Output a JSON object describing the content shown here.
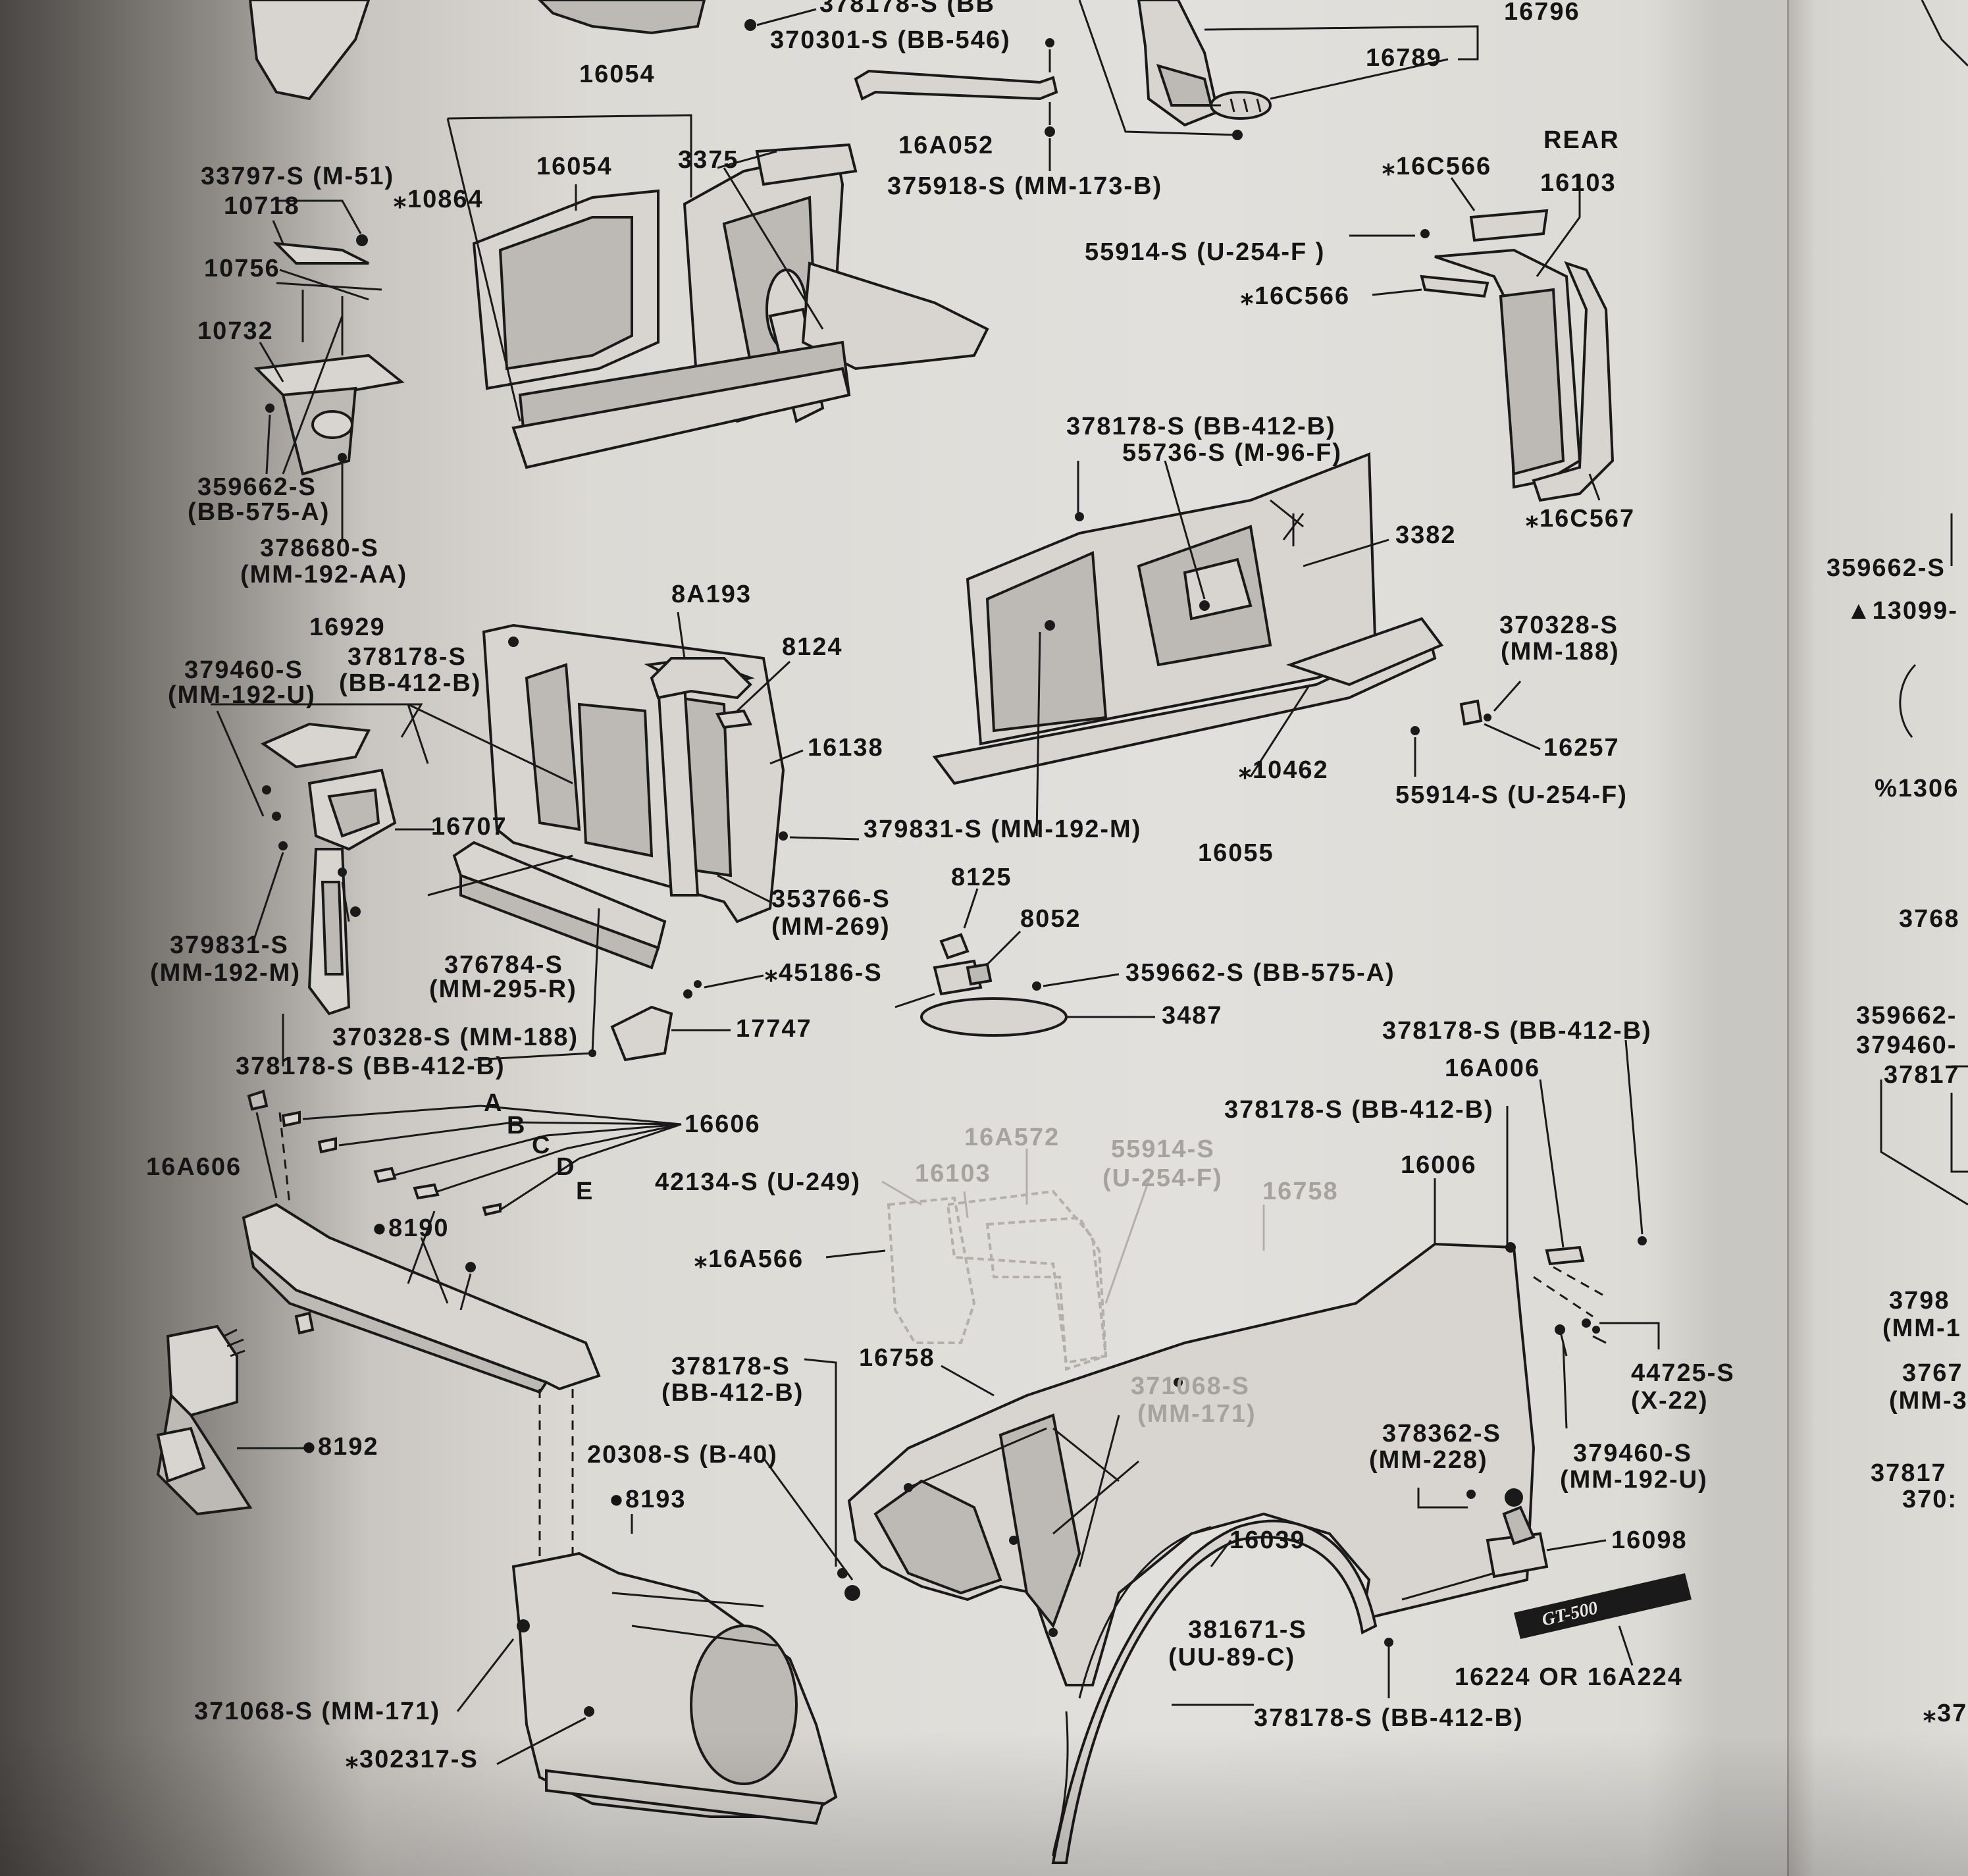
{
  "labels": {
    "l_16796": "16796",
    "l_16789": "16789",
    "l_370301": "370301-S (BB-546)",
    "l_16054_top": "16054",
    "l_16054_mid": "16054",
    "l_3375": "3375",
    "l_16a052": "16A052",
    "l_375918": "375918-S (MM-173-B)",
    "l_33797": "33797-S (M-51)",
    "l_10718": "10718",
    "l_10864": "⁎10864",
    "l_10756": "10756",
    "l_10732": "10732",
    "l_359662_a": "359662-S",
    "l_bb575_a": "(BB-575-A)",
    "l_378680": "378680-S",
    "l_mm192aa": "(MM-192-AA)",
    "l_16c566_a": "⁎16C566",
    "l_rear": "REAR",
    "l_16103_rear": "16103",
    "l_55914_top": "55914-S (U-254-F )",
    "l_16c566_b": "⁎16C566",
    "l_378178_mid": "378178-S (BB-412-B)",
    "l_55736": "55736-S (M-96-F)",
    "l_3382": "3382",
    "l_16c567": "⁎16C567",
    "l_8a193": "8A193",
    "l_8124": "8124",
    "l_16929": "16929",
    "l_379460_left": "379460-S",
    "l_mm192u_left": "(MM-192-U)",
    "l_378178_left": "378178-S",
    "l_bb412b_left": "(BB-412-B)",
    "l_16138": "16138",
    "l_370328_right": "370328-S",
    "l_mm188_right": "(MM-188)",
    "l_16257": "16257",
    "l_10462": "⁎10462",
    "l_55914_right": "55914-S (U-254-F)",
    "l_16707": "16707",
    "l_379831_center": "379831-S (MM-192-M)",
    "l_16055": "16055",
    "l_8125": "8125",
    "l_353766": "353766-S",
    "l_mm269": "(MM-269)",
    "l_8052": "8052",
    "l_379831_left": "379831-S",
    "l_mm192m_left": "(MM-192-M)",
    "l_376784": "376784-S",
    "l_mm295r": "(MM-295-R)",
    "l_45186": "⁎45186-S",
    "l_359662_center": "359662-S (BB-575-A)",
    "l_3487": "3487",
    "l_17747": "17747",
    "l_370328_left": "370328-S (MM-188)",
    "l_378178_bb_left": "378178-S (BB-412-B)",
    "l_378178_right_top": "378178-S (BB-412-B)",
    "l_16a006": "16A006",
    "l_378178_right_mid": "378178-S (BB-412-B)",
    "l_a": "A",
    "l_b": "B",
    "l_c": "C",
    "l_d": "D",
    "l_e": "E",
    "l_16606": "16606",
    "l_16a606": "16A606",
    "l_8190": "●8190",
    "l_16a572": "16A572",
    "l_42134": "42134-S (U-249)",
    "l_16103_faint": "16103",
    "l_55914_faint": "55914-S",
    "l_u254f_faint": "(U-254-F)",
    "l_16758_faint": "16758",
    "l_16006": "16006",
    "l_16a566": "⁎16A566",
    "l_378178_fender": "378178-S",
    "l_bb412b_fender": "(BB-412-B)",
    "l_16758": "16758",
    "l_371068_faint": "371068-S",
    "l_mm171_faint": "(MM-171)",
    "l_44725": "44725-S",
    "l_x22": "(X-22)",
    "l_8192": "●8192",
    "l_20308": "20308-S (B-40)",
    "l_378362": "378362-S",
    "l_mm228": "(MM-228)",
    "l_379460_right": "379460-S",
    "l_mm192u_right": "(MM-192-U)",
    "l_8193": "●8193",
    "l_16039": "16039",
    "l_16098": "16098",
    "l_381671": "381671-S",
    "l_uu89c": "(UU-89-C)",
    "l_16224": "16224 OR 16A224",
    "l_371068": "371068-S (MM-171)",
    "l_378178_bottom": "378178-S (BB-412-B)",
    "l_302317": "⁎302317-S",
    "l_gt500": "GT-500"
  },
  "right_page": {
    "r1": "359662-S",
    "r2": "▲13099-",
    "r3": "%1306",
    "r4": "3768",
    "r5": "359662-",
    "r6": "379460-",
    "r7": "37817",
    "r8": "3798",
    "r9": "(MM-1",
    "r10": "3767",
    "r11": "(MM-3",
    "r12": "37817",
    "r13": "370:",
    "r14": "⁎37"
  },
  "top_cut": {
    "t1": "378178-S (BB"
  },
  "colors": {
    "ink": "#141414",
    "paper": "#e2e0dc",
    "faint_ink": "#a6a39e"
  }
}
